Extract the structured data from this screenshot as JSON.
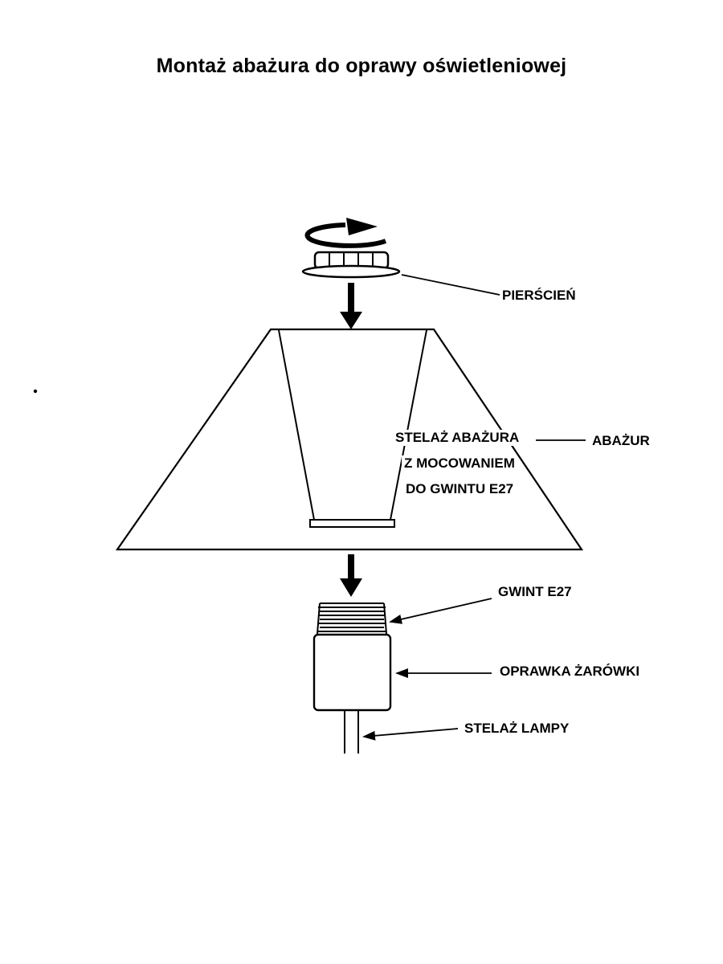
{
  "title": "Montaż abażura do oprawy oświetleniowej",
  "diagram": {
    "labels": {
      "ring": "PIERŚCIEŃ",
      "shade": "ABAŻUR",
      "frame_line1": "STELAŻ ABAŻURA",
      "frame_line2": "Z MOCOWANIEM",
      "frame_line3": "DO GWINTU E27",
      "thread": "GWINT E27",
      "socket": "OPRAWKA ŻARÓWKI",
      "lamp_frame": "STELAŻ LAMPY"
    },
    "colors": {
      "line": "#000000",
      "background": "#ffffff"
    }
  }
}
